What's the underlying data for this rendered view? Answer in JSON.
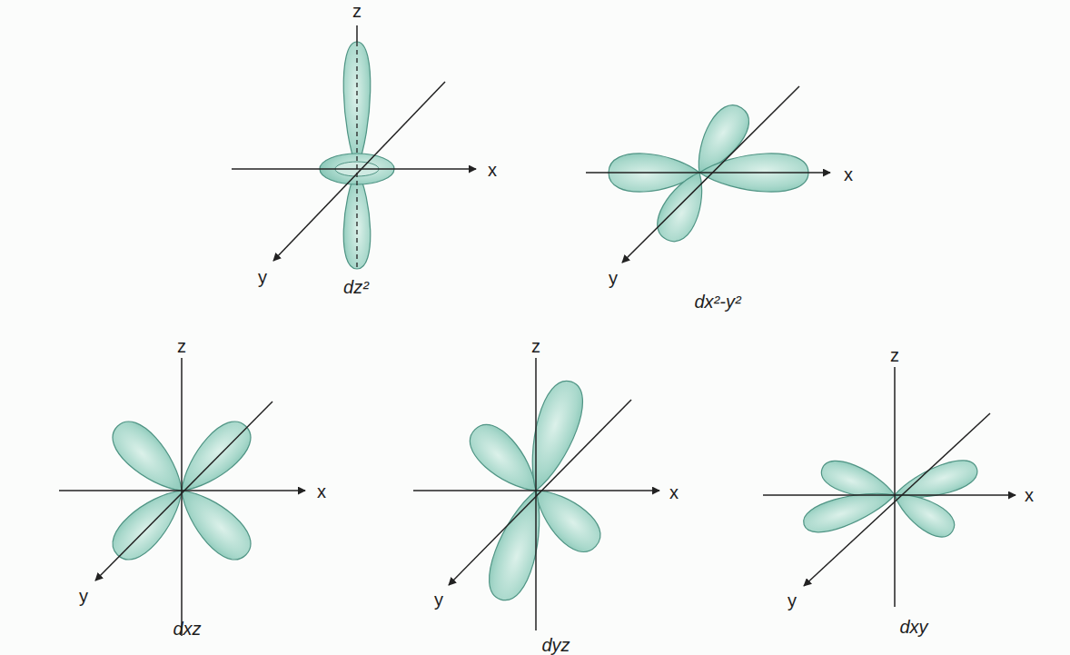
{
  "diagram": {
    "labels": [
      "z",
      "x",
      "y",
      "dz²",
      "x",
      "y",
      "dx²-y²",
      "z",
      "x",
      "y",
      "dxz",
      "z",
      "x",
      "y",
      "dyz",
      "z",
      "x",
      "y",
      "dxy"
    ]
  }
}
